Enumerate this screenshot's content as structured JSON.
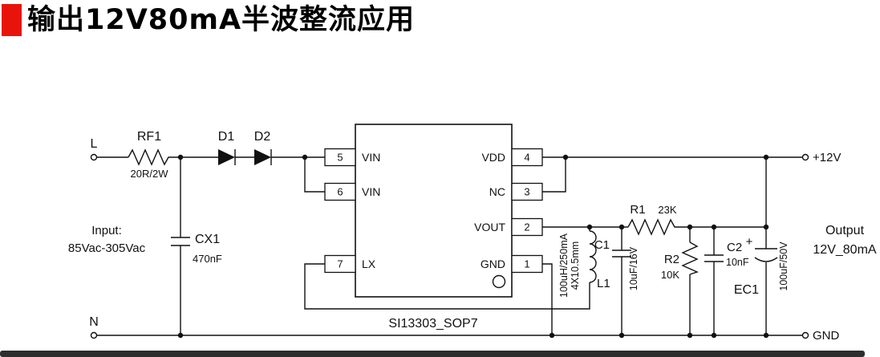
{
  "title": {
    "text": "输出12V80mA半波整流应用",
    "accent_color": "#e8140c"
  },
  "terminals": {
    "live": "L",
    "neutral": "N",
    "vout_rail": "+12V",
    "gnd_rail": "GND"
  },
  "input_label": {
    "line1": "Input:",
    "line2": "85Vac-305Vac"
  },
  "output_label": {
    "line1": "Output",
    "line2": "12V_80mA"
  },
  "ic": {
    "part": "SI13303_SOP7",
    "left_pins": [
      {
        "num": "5",
        "name": "VIN"
      },
      {
        "num": "6",
        "name": "VIN"
      },
      {
        "num": "7",
        "name": "LX"
      }
    ],
    "right_pins": [
      {
        "num": "4",
        "name": "VDD"
      },
      {
        "num": "3",
        "name": "NC"
      },
      {
        "num": "2",
        "name": "VOUT"
      },
      {
        "num": "1",
        "name": "GND"
      }
    ]
  },
  "components": {
    "rf1": {
      "ref": "RF1",
      "value": "20R/2W"
    },
    "d1": {
      "ref": "D1"
    },
    "d2": {
      "ref": "D2"
    },
    "cx1": {
      "ref": "CX1",
      "value": "470nF"
    },
    "l1": {
      "ref": "L1",
      "value": "100uH/250mA",
      "value2": "4X10.5mm"
    },
    "c1": {
      "ref": "C1",
      "value": "10uF/16V"
    },
    "r1": {
      "ref": "R1",
      "value": "23K"
    },
    "r2": {
      "ref": "R2",
      "value": "10K"
    },
    "c2": {
      "ref": "C2",
      "value": "10nF"
    },
    "ec1": {
      "ref": "EC1",
      "value": "100uF/50V",
      "polarity": "+"
    }
  }
}
